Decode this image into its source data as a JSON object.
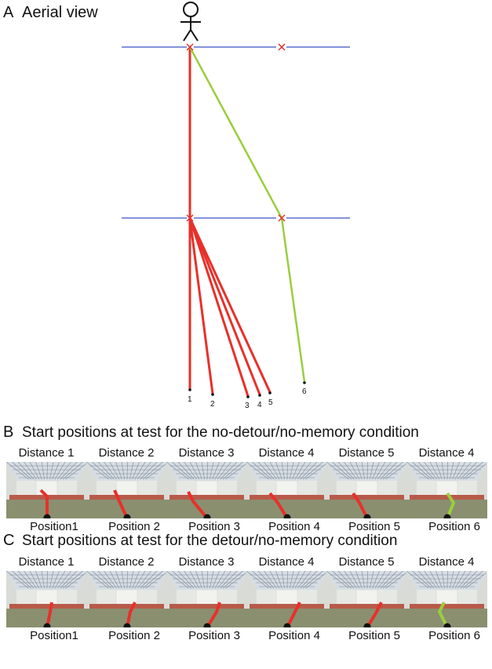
{
  "panel_a": {
    "letter": "A",
    "title": "Aerial view",
    "endpoints": [
      "1",
      "2",
      "3",
      "4",
      "5",
      "6"
    ],
    "colors": {
      "red_path": "#e8302a",
      "green_path": "#9acd3c",
      "barrier": "#5a6fd0",
      "marker": "#e03030"
    }
  },
  "panel_b": {
    "letter": "B",
    "title": "Start positions at test for the no-detour/no-memory condition",
    "thumbs": [
      {
        "distance": "Distance 1",
        "position": "Position1"
      },
      {
        "distance": "Distance 2",
        "position": "Position 2"
      },
      {
        "distance": "Distance 3",
        "position": "Position 3"
      },
      {
        "distance": "Distance 4",
        "position": "Position 4"
      },
      {
        "distance": "Distance 5",
        "position": "Position 5"
      },
      {
        "distance": "Distance 4",
        "position": "Position 6"
      }
    ]
  },
  "panel_c": {
    "letter": "C",
    "title": "Start positions at test for the detour/no-memory condition",
    "thumbs": [
      {
        "distance": "Distance 1",
        "position": "Position1"
      },
      {
        "distance": "Distance 2",
        "position": "Position 2"
      },
      {
        "distance": "Distance 3",
        "position": "Position 3"
      },
      {
        "distance": "Distance 4",
        "position": "Position 4"
      },
      {
        "distance": "Distance 5",
        "position": "Position 5"
      },
      {
        "distance": "Distance 4",
        "position": "Position 6"
      }
    ]
  }
}
